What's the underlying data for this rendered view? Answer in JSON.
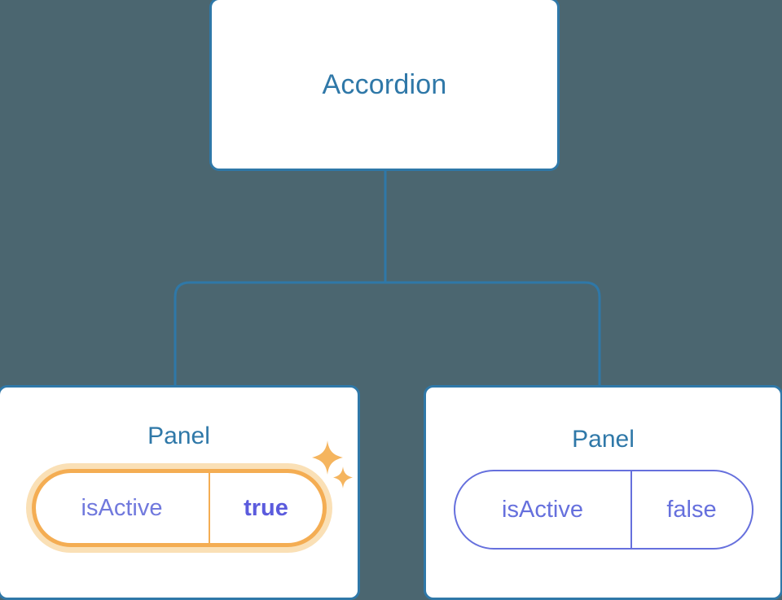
{
  "diagram": {
    "type": "component-tree",
    "background_color": "#4b6670",
    "node_border_color": "#2f78a8",
    "node_text_color": "#2f78a8",
    "connector_color": "#2f78a8",
    "highlight_color": "#f4ad53",
    "highlight_halo_color": "#fae0b6",
    "prop_color": "#6670dd",
    "prop_value_highlight_color": "#5b5bdd"
  },
  "root": {
    "label": "Accordion"
  },
  "panels": [
    {
      "label": "Panel",
      "highlighted": true,
      "prop": {
        "key": "isActive",
        "value": "true"
      },
      "sparkles": [
        "sparkle-large-icon",
        "sparkle-small-icon"
      ]
    },
    {
      "label": "Panel",
      "highlighted": false,
      "prop": {
        "key": "isActive",
        "value": "false"
      }
    }
  ]
}
